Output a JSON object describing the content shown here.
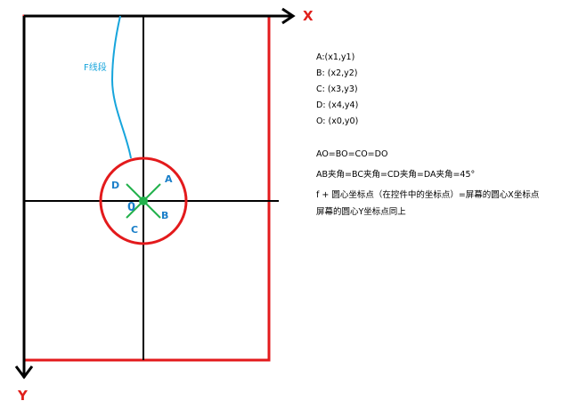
{
  "axes": {
    "x_label": "X",
    "y_label": "Y"
  },
  "curve": {
    "label": "F线段"
  },
  "points": {
    "a": "A",
    "b": "B",
    "c": "C",
    "d": "D",
    "o": "0"
  },
  "notes": {
    "coords": [
      "A:(x1,y1)",
      "B: (x2,y2)",
      "C: (x3,y3)",
      "D: (x4,y4)",
      "O: (x0,y0)"
    ],
    "equal_distances": "AO=BO=CO=DO",
    "equal_angles": "AB夹角=BC夹角=CD夹角=DA夹角=45°",
    "formula_line1": "f + 圆心坐标点（在控件中的坐标点）=屏幕的圆心X坐标点",
    "formula_line2": "屏幕的圆心Y坐标点同上"
  },
  "colors": {
    "frame": "#e31a1c",
    "axis": "#000000",
    "cross": "#000000",
    "circle": "#e31a1c",
    "diagonals": "#22b14c",
    "center": "#22b14c",
    "curve": "#17a5dc",
    "point_labels": "#1a7fc9"
  }
}
